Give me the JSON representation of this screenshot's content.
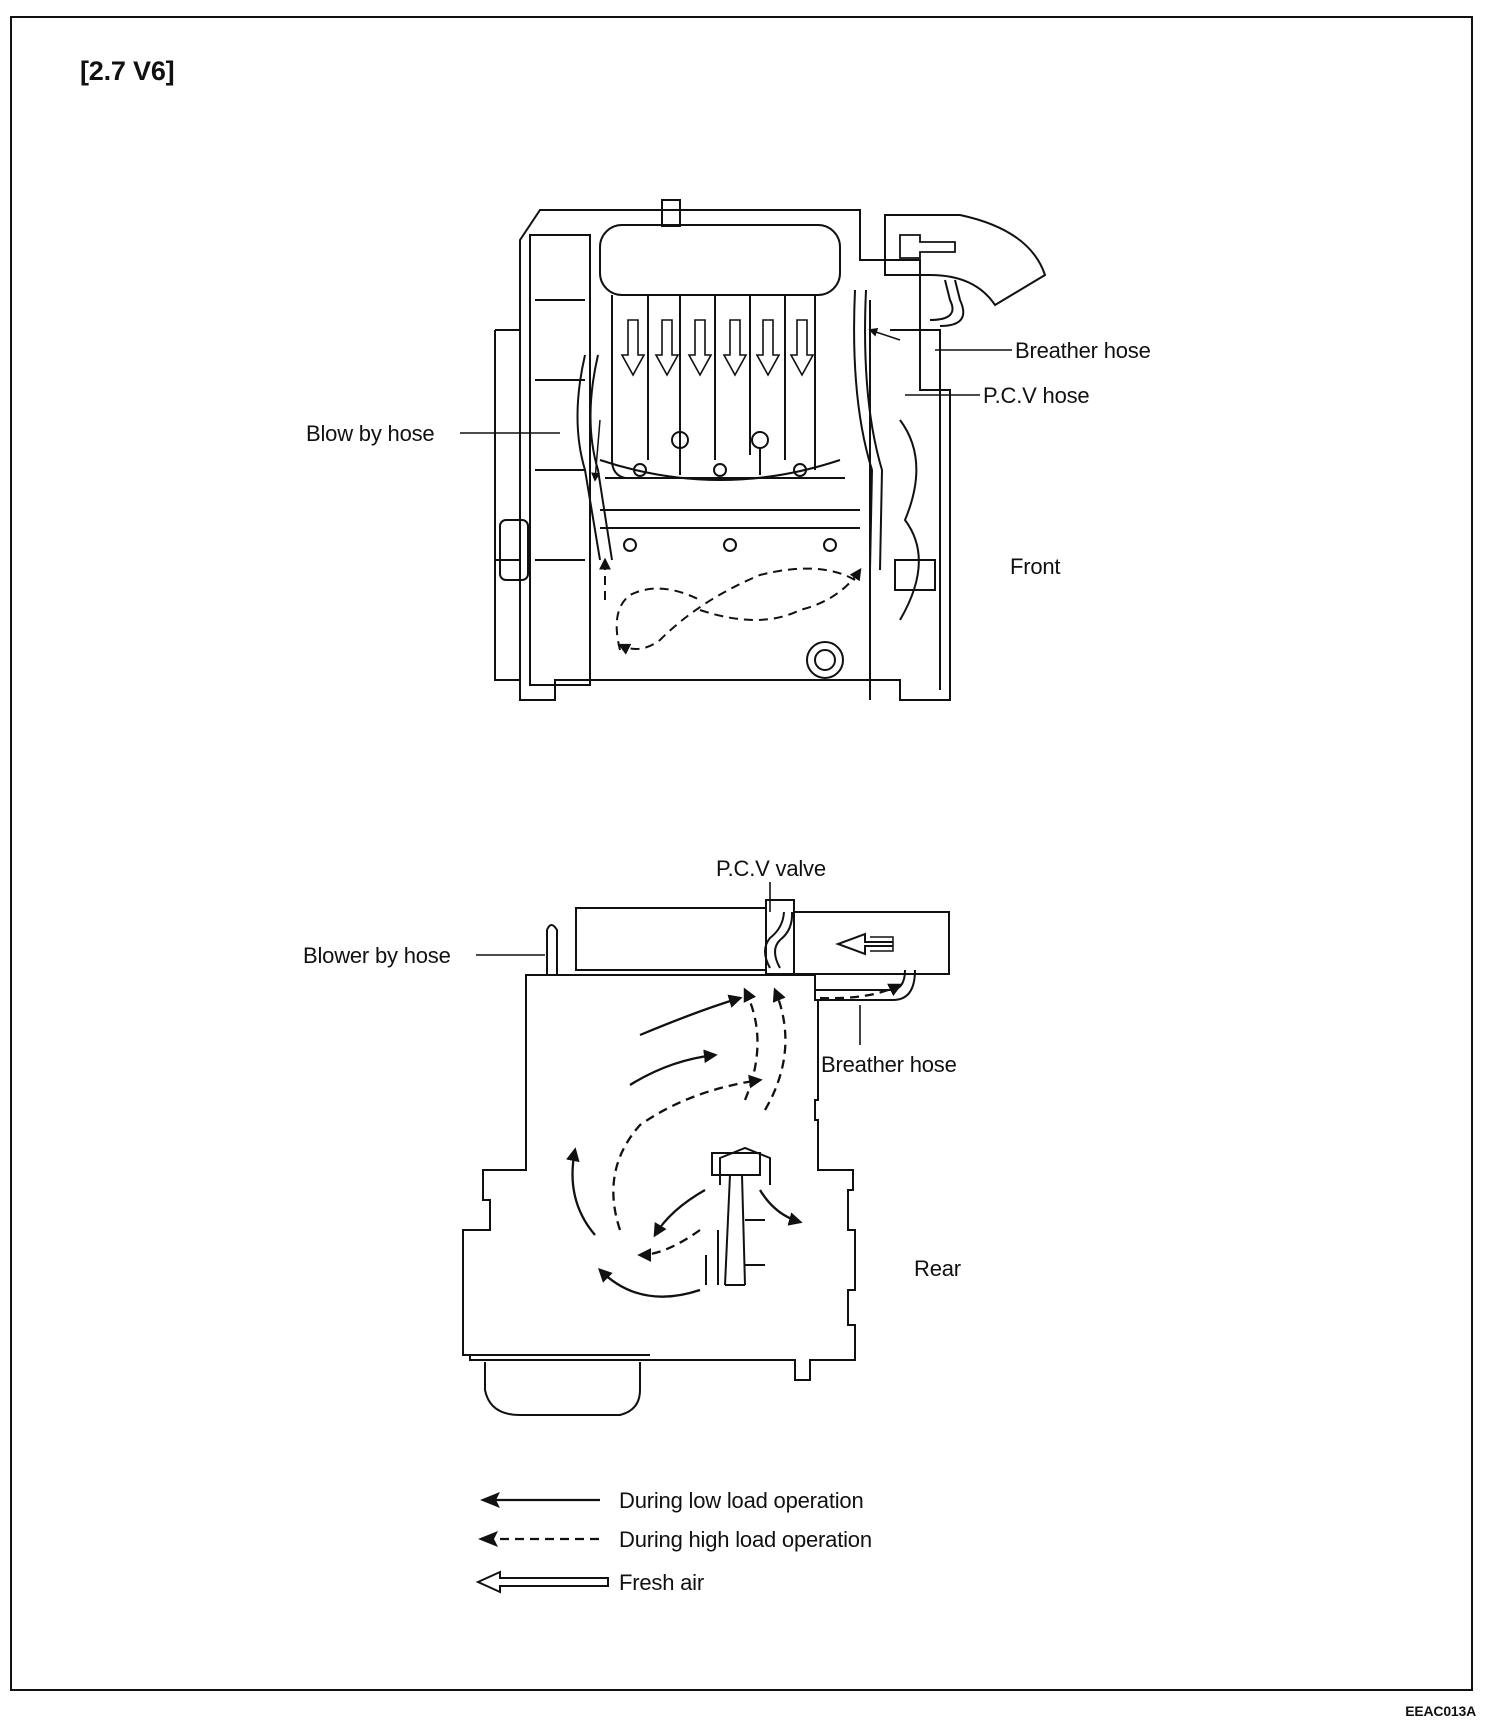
{
  "title": "[2.7 V6]",
  "figure_code": "EEAC013A",
  "top_view": {
    "labels": {
      "breather_hose": "Breather hose",
      "pcv_hose": "P.C.V hose",
      "blow_by_hose": "Blow by hose",
      "front": "Front"
    }
  },
  "side_view": {
    "labels": {
      "pcv_valve": "P.C.V valve",
      "blower_by_hose": "Blower by hose",
      "breather_hose": "Breather hose",
      "rear": "Rear"
    }
  },
  "legend": [
    {
      "icon": "solid-arrow-icon",
      "label": "During low load operation"
    },
    {
      "icon": "dashed-arrow-icon",
      "label": "During high load operation"
    },
    {
      "icon": "hollow-arrow-icon",
      "label": "Fresh air"
    }
  ]
}
